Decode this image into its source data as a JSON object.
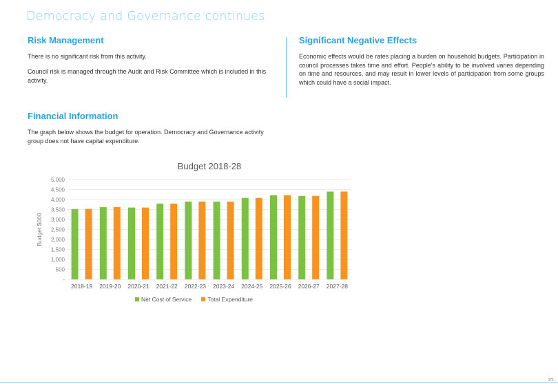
{
  "page": {
    "title": "Democracy and Governance continues",
    "page_number": "171"
  },
  "risk": {
    "heading": "Risk Management",
    "p1": "There is no significant risk from this activity.",
    "p2": "Council risk is managed through the Audit and Risk Committee which is included in this activity."
  },
  "effects": {
    "heading": "Significant Negative Effects",
    "p1": "Economic effects would be rates placing a burden on household budgets. Participation in council processes takes time and effort.  People's ability to be involved varies depending on time and resources, and may result in lower levels of participation from some groups which could have a social impact."
  },
  "financial": {
    "heading": "Financial Information",
    "p1": "The graph below shows the budget for operation.  Democracy and Governance activity group does not have capital expenditure."
  },
  "chart_data": {
    "type": "bar",
    "title": "Budget 2018-28",
    "xlabel": "",
    "ylabel": "Budget $000",
    "ylim": [
      0,
      5000
    ],
    "yticks": [
      0,
      500,
      1000,
      1500,
      2000,
      2500,
      3000,
      3500,
      4000,
      4500,
      5000
    ],
    "ytick_labels": [
      "-",
      "500",
      "1,000",
      "1,500",
      "2,000",
      "2,500",
      "3,000",
      "3,500",
      "4,000",
      "4,500",
      "5,000"
    ],
    "grid": true,
    "legend_position": "bottom",
    "categories": [
      "2018-19",
      "2019-20",
      "2020-21",
      "2021-22",
      "2022-23",
      "2023-24",
      "2024-25",
      "2025-26",
      "2026-27",
      "2027-28"
    ],
    "series": [
      {
        "name": "Net Cost of Service",
        "color": "#7dc142",
        "values": [
          3520,
          3620,
          3600,
          3800,
          3900,
          3900,
          4080,
          4220,
          4180,
          4400
        ]
      },
      {
        "name": "Total Expenditure",
        "color": "#f7931e",
        "values": [
          3530,
          3620,
          3600,
          3800,
          3900,
          3900,
          4080,
          4220,
          4180,
          4400
        ]
      }
    ]
  }
}
